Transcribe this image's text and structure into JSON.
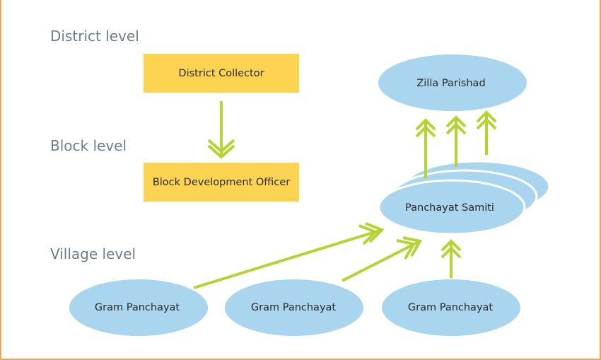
{
  "diagram": {
    "title": "",
    "levels": [
      {
        "id": "district",
        "label": "District level"
      },
      {
        "id": "block",
        "label": "Block level"
      },
      {
        "id": "village",
        "label": "Village level"
      }
    ],
    "nodes": {
      "district_collector": {
        "label": "District Collector",
        "shape": "rectangle",
        "level": "district"
      },
      "block_development_officer": {
        "label": "Block Development Officer",
        "shape": "rectangle",
        "level": "block"
      },
      "zilla_parishad": {
        "label": "Zilla Parishad",
        "shape": "ellipse",
        "level": "district"
      },
      "panchayat_samiti": {
        "label": "Panchayat Samiti",
        "shape": "stacked-ellipses",
        "stack_count": 3,
        "level": "block"
      },
      "gram_panchayat_1": {
        "label": "Gram Panchayat",
        "shape": "ellipse",
        "level": "village"
      },
      "gram_panchayat_2": {
        "label": "Gram Panchayat",
        "shape": "ellipse",
        "level": "village"
      },
      "gram_panchayat_3": {
        "label": "Gram Panchayat",
        "shape": "ellipse",
        "level": "village"
      }
    },
    "edges": [
      {
        "from": "district_collector",
        "to": "block_development_officer"
      },
      {
        "from": "panchayat_samiti",
        "to": "zilla_parishad"
      },
      {
        "from": "panchayat_samiti",
        "to": "zilla_parishad"
      },
      {
        "from": "panchayat_samiti",
        "to": "zilla_parishad"
      },
      {
        "from": "gram_panchayat_1",
        "to": "panchayat_samiti"
      },
      {
        "from": "gram_panchayat_2",
        "to": "panchayat_samiti"
      },
      {
        "from": "gram_panchayat_3",
        "to": "panchayat_samiti"
      }
    ],
    "colors": {
      "rectangle_fill": "#fdd452",
      "ellipse_fill": "#a9d5ef",
      "arrow": "#b6d334",
      "level_label": "#6e7d88",
      "frame_border": "#e8a85c"
    }
  }
}
